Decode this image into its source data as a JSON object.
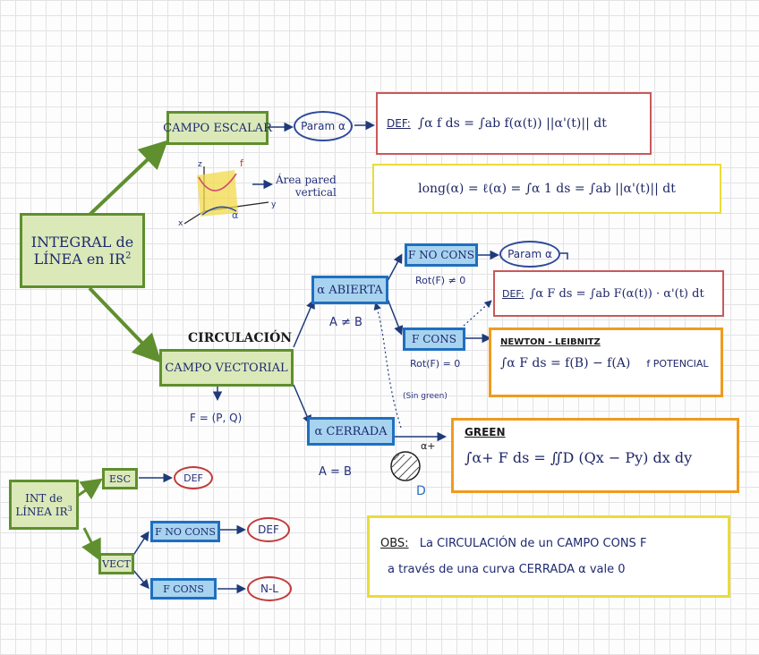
{
  "main": {
    "title_line1": "INTEGRAL de",
    "title_line2": "LÍNEA en IR",
    "title_exp": "2"
  },
  "scalar": {
    "label": "CAMPO ESCALAR",
    "param": "Param α",
    "def_label": "DEF:",
    "def_formula": "∫α f ds = ∫ab f(α(t)) ||α'(t)|| dt",
    "area_text_line1": "Área pared",
    "area_text_line2": "vertical",
    "long_formula": "long(α) = ℓ(α) = ∫α 1 ds = ∫ab ||α'(t)|| dt",
    "axis_z": "z",
    "axis_y": "y",
    "axis_x": "x",
    "curve_f": "f",
    "curve_alpha": "α"
  },
  "vector": {
    "heading": "CIRCULACIÓN",
    "label": "CAMPO VECTORIAL",
    "field": "F = (P, Q)",
    "open": "α ABIERTA",
    "a_ne_b": "A ≠ B",
    "closed": "α CERRADA",
    "a_eq_b": "A = B",
    "fnocons": "F NO CONS",
    "rot_ne": "Rot(F) ≠ 0",
    "param2": "Param α",
    "def2_label": "DEF:",
    "def2_formula": "∫α F ds = ∫ab F(α(t)) · α'(t) dt",
    "fcons": "F CONS",
    "rot_eq": "Rot(F) = 0",
    "sin_green": "(Sin green)",
    "nl_title": "NEWTON - LEIBNITZ",
    "nl_formula": "∫α F ds = f(B) − f(A)",
    "nl_note": "f POTENCIAL",
    "green_title": "GREEN",
    "green_formula": "∫α+ F ds = ∬D (Qx − Py) dx dy",
    "region_label": "D",
    "alpha_plus": "α+"
  },
  "r3": {
    "title_line1": "INT de",
    "title_line2": "LÍNEA IR",
    "title_exp": "3",
    "esc": "ESC",
    "def": "DEF",
    "vect": "VECT",
    "fnocons": "F NO CONS",
    "def2": "DEF",
    "fcons": "F CONS",
    "nl": "N-L"
  },
  "obs": {
    "label": "OBS:",
    "line1": "La CIRCULACIÓN de un CAMPO CONS F",
    "line2": "a través de una curva CERRADA α vale 0"
  },
  "colors": {
    "green_fill": "#dbe9b9",
    "green_border": "#5f8f2e",
    "blue_fill": "#a7d3ef",
    "blue_border": "#1f6fc0",
    "red_border": "#c9585a",
    "yellow_border": "#e9dc3a",
    "orange_border": "#ef9b1f"
  }
}
